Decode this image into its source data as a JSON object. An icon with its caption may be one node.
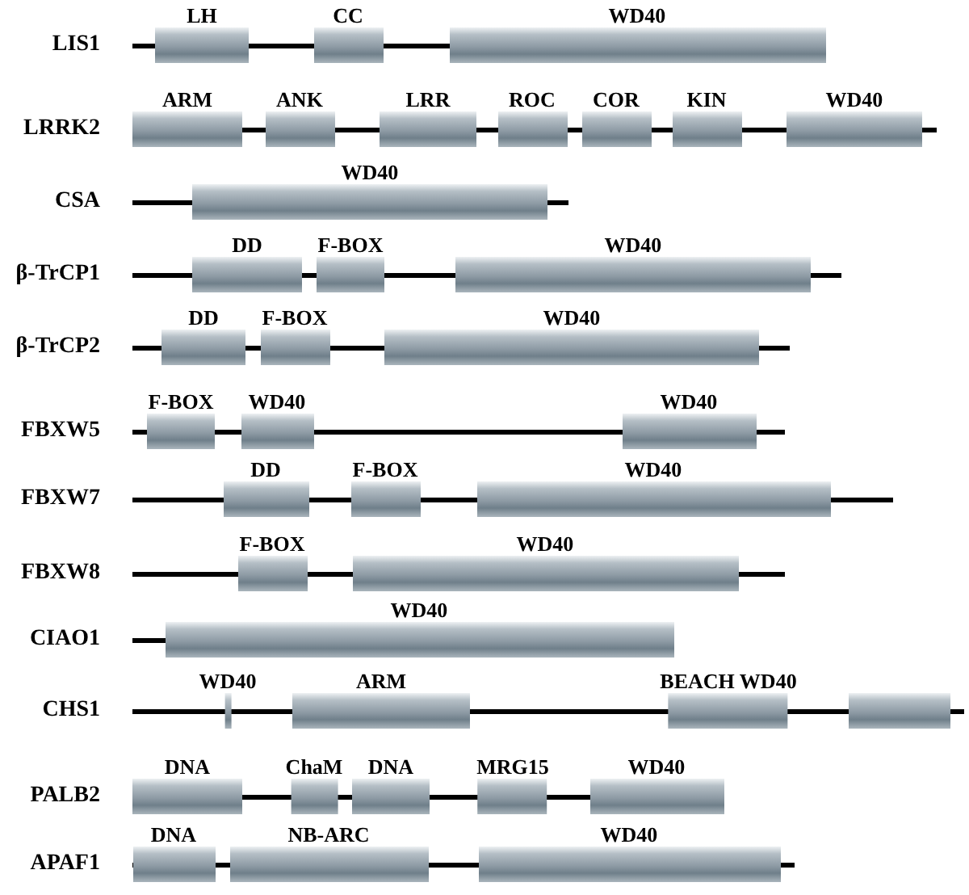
{
  "diagram": {
    "nodes": [
      {
        "text": [
          "LH"
        ]
      },
      {
        "text": [
          "CC"
        ]
      },
      {
        "text": [
          "WD40"
        ]
      },
      {
        "text": [
          "ARM"
        ]
      },
      {
        "text": [
          "ANK"
        ]
      },
      {
        "text": [
          "LRR"
        ]
      },
      {
        "text": [
          "ROC"
        ]
      },
      {
        "text": [
          "COR"
        ]
      },
      {
        "text": [
          "KIN"
        ]
      },
      {
        "text": [
          "WD40"
        ]
      },
      {
        "text": [
          "WD40"
        ]
      },
      {
        "text": [
          "DD"
        ]
      },
      {
        "text": [
          "F-BOX"
        ]
      },
      {
        "text": [
          "WD40"
        ]
      },
      {
        "text": [
          "DD"
        ]
      },
      {
        "text": [
          "F-BOX"
        ]
      },
      {
        "text": [
          "WD40"
        ]
      },
      {
        "text": [
          "F-BOX"
        ]
      },
      {
        "text": [
          "WD40"
        ]
      },
      {
        "text": [
          "WD40"
        ]
      },
      {
        "text": [
          "DD"
        ]
      },
      {
        "text": [
          "F-BOX"
        ]
      },
      {
        "text": [
          "WD40"
        ]
      },
      {
        "text": [
          "F-BOX"
        ]
      },
      {
        "text": [
          "WD40"
        ]
      },
      {
        "text": [
          "WD40"
        ]
      },
      {
        "text": [
          "WD40"
        ]
      },
      {
        "text": [
          "ARM"
        ]
      },
      {
        "text": [
          "BEACH WD40"
        ]
      },
      {
        "text": [],
        "shape": "box"
      },
      {
        "text": [
          "DNA"
        ]
      },
      {
        "text": [
          "ChaM"
        ]
      },
      {
        "text": [
          "DNA"
        ]
      },
      {
        "text": [
          "MRG15"
        ]
      },
      {
        "text": [
          "WD40"
        ]
      },
      {
        "text": [
          "DNA"
        ]
      },
      {
        "text": [
          "NB-ARC"
        ]
      },
      {
        "text": [
          "WD40"
        ]
      }
    ],
    "labels": [
      "LIS1",
      "LRRK2",
      "CSA",
      "β-TrCP1",
      "β-TrCP2",
      "FBXW5",
      "FBXW7",
      "FBXW8",
      "CIAO1",
      "CHS1",
      "PALB2",
      "APAF1"
    ]
  }
}
